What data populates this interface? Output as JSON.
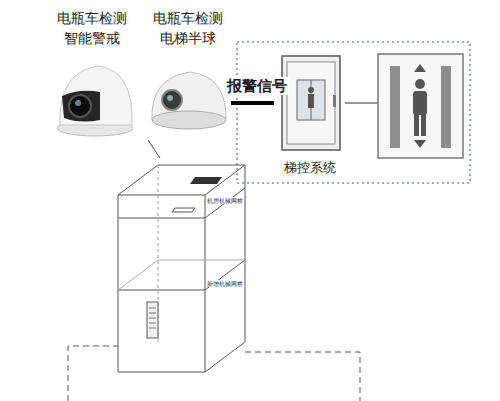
{
  "diagram": {
    "nodes": [
      {
        "text": [
          "电瓶车检测 智能警戒"
        ]
      },
      {
        "text": [
          "电瓶车检测 电梯半球"
        ]
      },
      {
        "text": [
          "梯控系统"
        ]
      }
    ],
    "edges": [
      {
        "from": 1,
        "to": 2,
        "label": "报警信号",
        "arrow": "none"
      }
    ],
    "labels": [
      "机房机械网桥",
      "新增机械网桥"
    ]
  }
}
